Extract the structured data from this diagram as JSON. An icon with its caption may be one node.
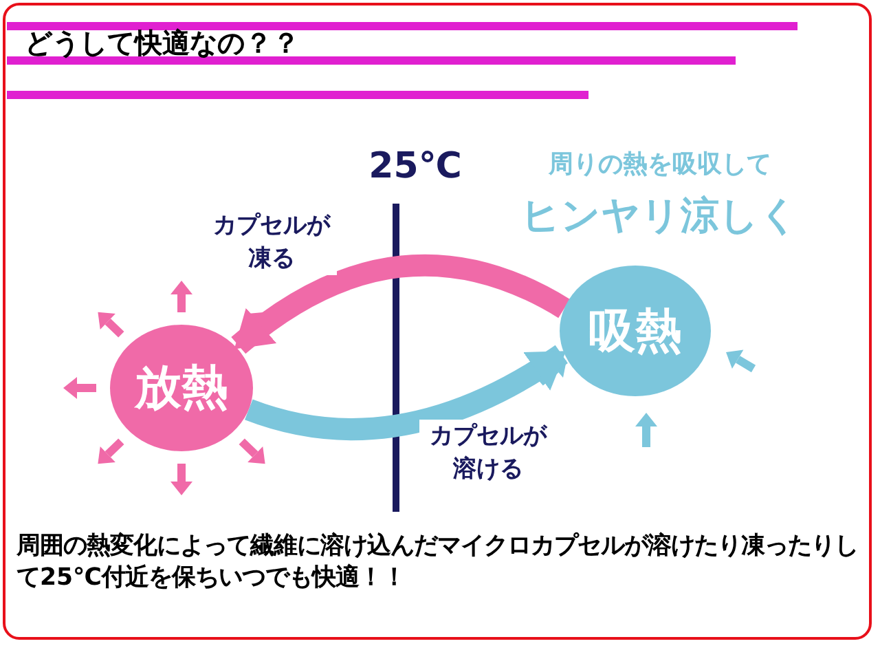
{
  "diagram": {
    "title": "どうして快適なの？？",
    "nodes": [
      {
        "text": [
          "放熱"
        ]
      },
      {
        "text": [
          "吸熱"
        ]
      }
    ],
    "edges": [
      {
        "from": 1,
        "to": 0,
        "arrow": "to",
        "label": "カプセルが凍る",
        "color": "#f06aa8"
      },
      {
        "from": 0,
        "to": 1,
        "arrow": "to",
        "label": "カプセルが溶ける",
        "color": "#7cc6dc"
      }
    ],
    "labels": [
      "25℃",
      "周りの熱を吸収して",
      "ヒンヤリ涼しく",
      "周囲の熱変化によって繊維に溶け込んだマイクロカプセルが溶けたり凍ったりして25℃付近を保ちいつでも快適！！"
    ]
  }
}
